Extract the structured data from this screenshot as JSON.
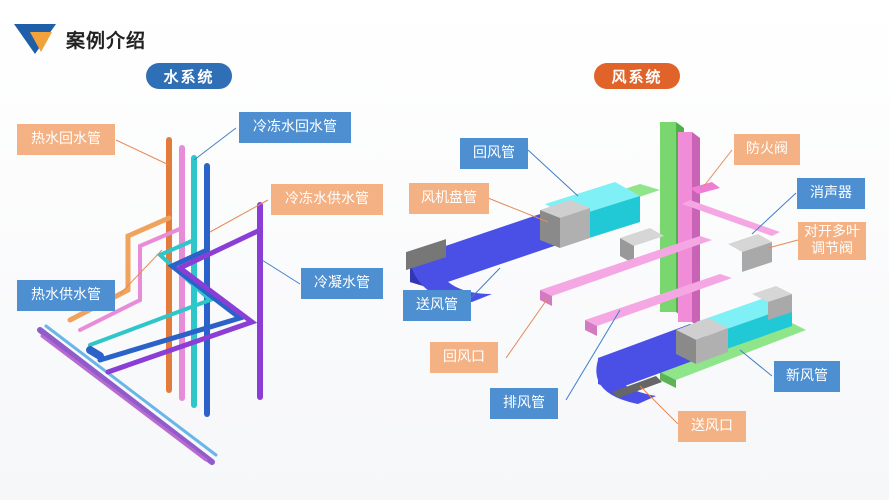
{
  "header": {
    "title": "案例介绍",
    "logo_colors": {
      "primary": "#1f5ea8",
      "accent": "#f2a23a"
    }
  },
  "water_system": {
    "heading": "水系统",
    "labels": {
      "hot_return": "热水回水管",
      "chilled_return": "冷冻水回水管",
      "chilled_supply": "冷冻水供水管",
      "hot_supply": "热水供水管",
      "condensate": "冷凝水管"
    }
  },
  "air_system": {
    "heading": "风系统",
    "labels": {
      "return_duct": "回风管",
      "fire_damper": "防火阀",
      "fan_coil_duct": "风机盘管",
      "silencer": "消声器",
      "damper_line1": "对开多叶",
      "damper_line2": "调节阀",
      "supply_duct": "送风管",
      "return_outlet": "回风口",
      "exhaust_duct": "排风管",
      "fresh_air_duct": "新风管",
      "supply_outlet": "送风口"
    }
  },
  "colors": {
    "label_orange": "#f4b183",
    "label_blue": "#4d8fd1",
    "heading_blue": "#2f6fb6",
    "heading_orange": "#e0632a"
  }
}
